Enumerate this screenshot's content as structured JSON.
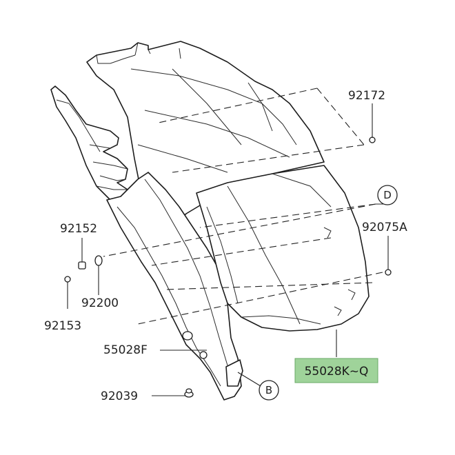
{
  "diagram": {
    "labels": {
      "p92172": "92172",
      "p92152": "92152",
      "p92200": "92200",
      "p92153": "92153",
      "p92075A": "92075A",
      "p55028F": "55028F",
      "p55028KQ": "55028K~Q",
      "p92039": "92039"
    },
    "callouts": {
      "d": "D",
      "b": "B"
    },
    "highlight_color": "#9fd39a"
  }
}
